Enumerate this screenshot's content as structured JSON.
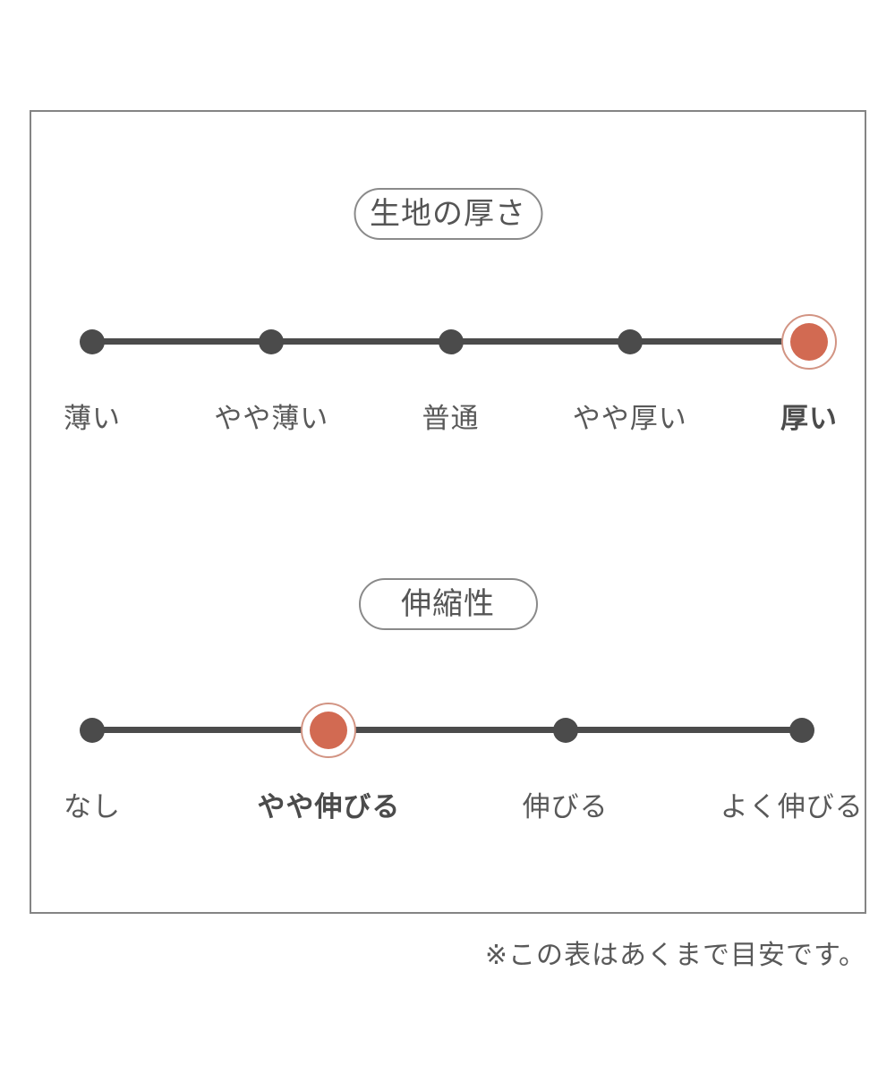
{
  "chart_data": [
    {
      "type": "scale",
      "title": "生地の厚さ",
      "points": [
        "薄い",
        "やや薄い",
        "普通",
        "やや厚い",
        "厚い"
      ],
      "selected_index": 4,
      "selected_label": "厚い"
    },
    {
      "type": "scale",
      "title": "伸縮性",
      "points": [
        "なし",
        "やや伸びる",
        "伸びる",
        "よく伸びる"
      ],
      "selected_index": 1,
      "selected_label": "やや伸びる"
    }
  ],
  "note": "※この表はあくまで目安です。",
  "colors": {
    "accent_dot": "#d26a52",
    "accent_ring": "#d29483",
    "line_and_dots": "#4b4b4b",
    "text": "#595959",
    "box_border": "#848484"
  }
}
